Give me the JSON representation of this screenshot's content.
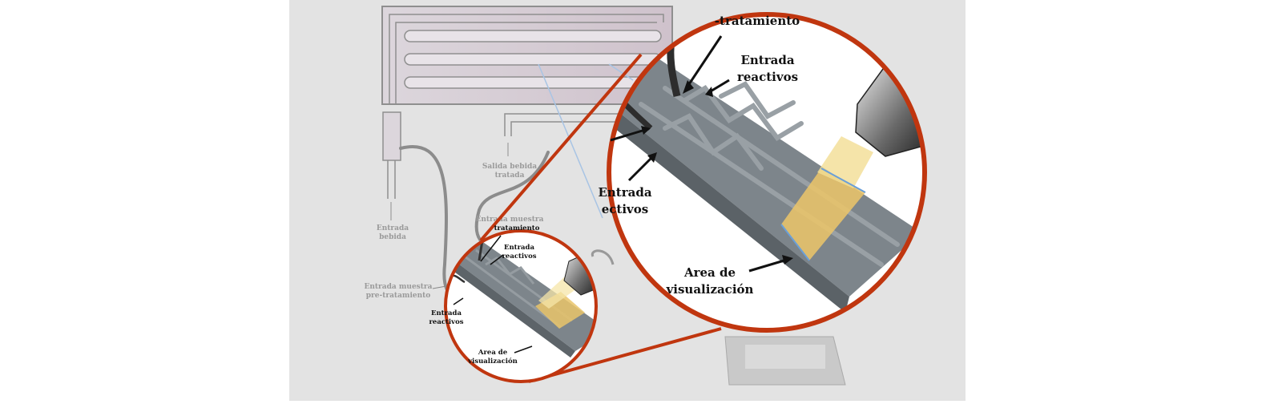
{
  "background": {
    "labels": {
      "entrada_bebida": [
        "Entrada",
        "bebida"
      ],
      "salida_bebida": [
        "Salida bebida",
        "tratada"
      ],
      "entrada_muestra_top": [
        "Entrada muestra",
        "tratamiento"
      ],
      "entrada_muestra_left": [
        "Entrada muestra",
        "pre-tratamiento"
      ]
    }
  },
  "small_zoom": {
    "labels": {
      "tratamiento": "tratamiento",
      "entrada_reactivos": [
        "Entrada",
        "reactivos"
      ],
      "entrada_reactivos_left": [
        "Entrada",
        "reactivos"
      ],
      "area": [
        "Area de",
        "visualización"
      ]
    }
  },
  "big_zoom": {
    "labels": {
      "tratamiento": "-tratamiento",
      "entrada_reactivos": [
        "Entrada",
        "reactivos"
      ],
      "entrada_reactivos_left": [
        "Entrada",
        "ectivos"
      ],
      "area": [
        "Area de",
        "visualización"
      ]
    }
  },
  "colors": {
    "circle_border": "#c0360f",
    "panel_bg": "#e3e3e3",
    "chip": "#7d858b",
    "highlight": "#e9c46a"
  }
}
